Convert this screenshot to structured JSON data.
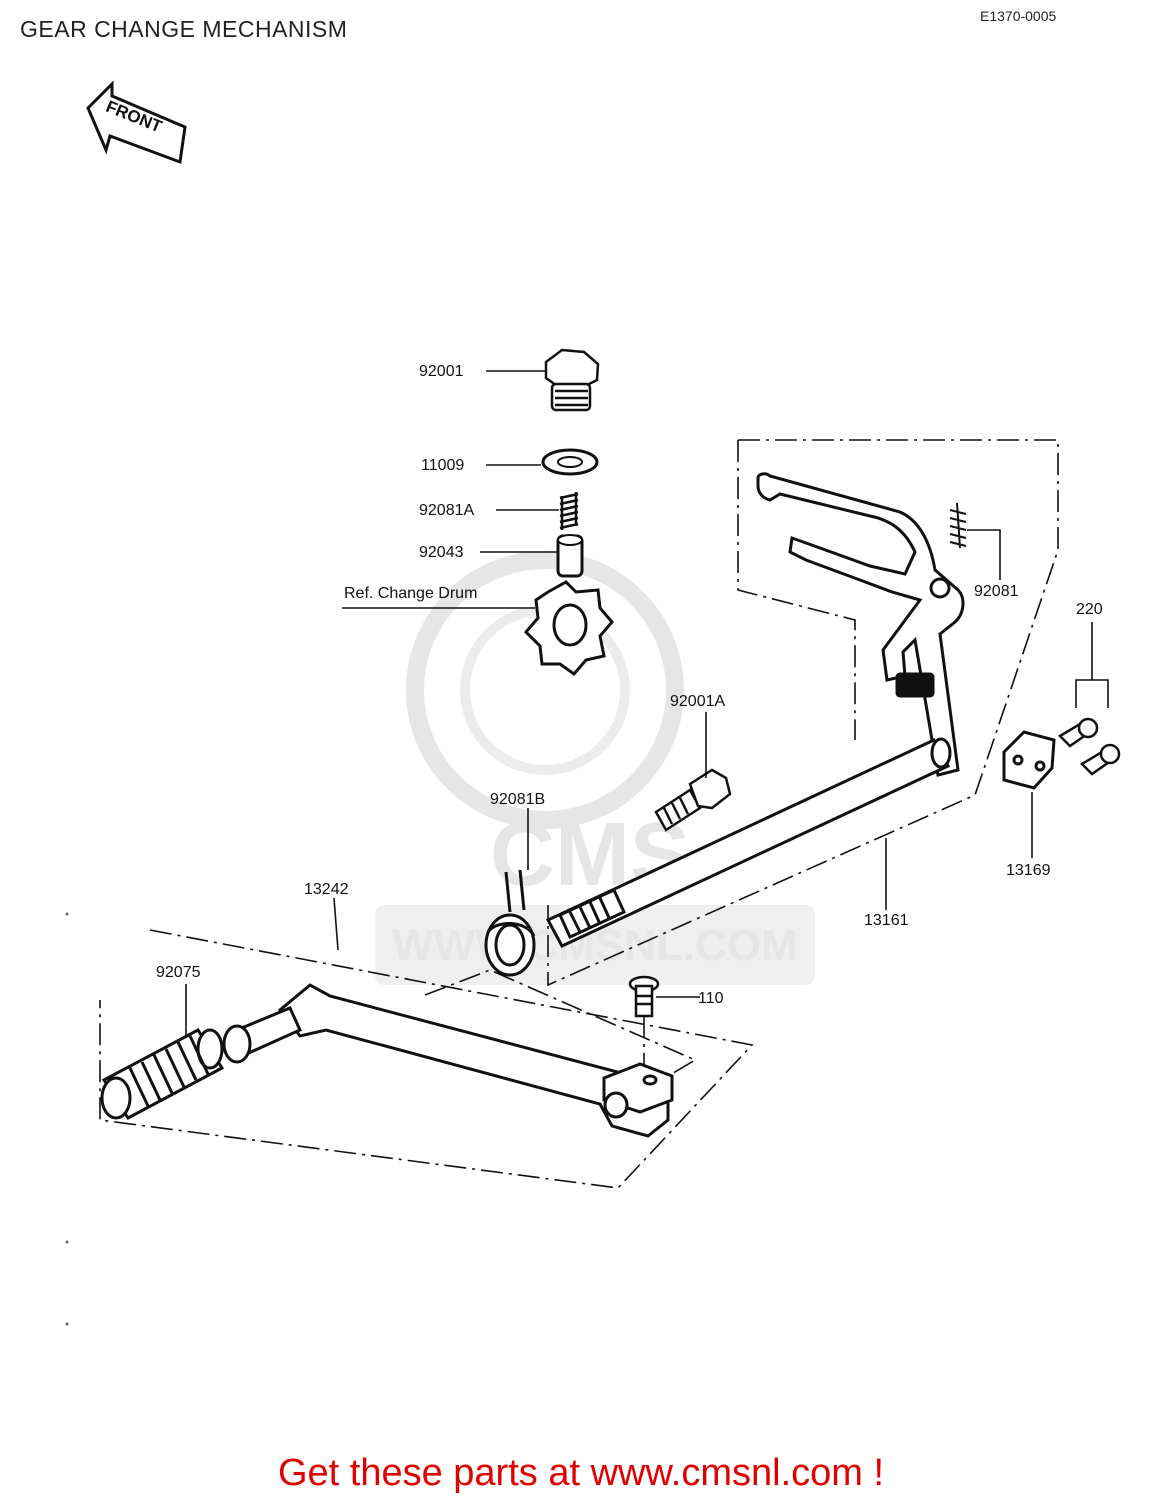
{
  "page": {
    "title": "GEAR CHANGE MECHANISM",
    "diagram_code": "E1370-0005",
    "front_marker": "FRONT",
    "footer": "Get these parts at www.cmsnl.com !"
  },
  "watermark": {
    "brand": "CMS",
    "url": "WWW.CMSNL.COM"
  },
  "parts": [
    {
      "id": "p-92001",
      "label": "92001"
    },
    {
      "id": "p-11009",
      "label": "11009"
    },
    {
      "id": "p-92081A",
      "label": "92081A"
    },
    {
      "id": "p-92043",
      "label": "92043"
    },
    {
      "id": "p-ref",
      "label": "Ref. Change Drum"
    },
    {
      "id": "p-92081",
      "label": "92081"
    },
    {
      "id": "p-220",
      "label": "220"
    },
    {
      "id": "p-92001A",
      "label": "92001A"
    },
    {
      "id": "p-92081B",
      "label": "92081B"
    },
    {
      "id": "p-13242",
      "label": "13242"
    },
    {
      "id": "p-13161",
      "label": "13161"
    },
    {
      "id": "p-13169",
      "label": "13169"
    },
    {
      "id": "p-92075",
      "label": "92075"
    },
    {
      "id": "p-110",
      "label": "110"
    }
  ],
  "colors": {
    "ink": "#111111",
    "footer": "#e00000",
    "watermark": "#e6e6e6"
  }
}
